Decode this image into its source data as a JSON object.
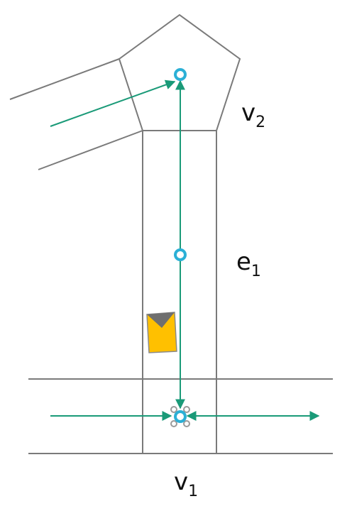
{
  "labels": {
    "v2": {
      "base": "v",
      "sub": "2"
    },
    "e1": {
      "base": "e",
      "sub": "1"
    },
    "v1": {
      "base": "v",
      "sub": "1"
    }
  },
  "colors": {
    "outline": "#7a7a7a",
    "arrow": "#1a9a78",
    "node": "#2bb0d6",
    "agent_body": "#ffc000",
    "agent_head": "#6f6f6f",
    "waypoint": "#9a9a9a"
  }
}
